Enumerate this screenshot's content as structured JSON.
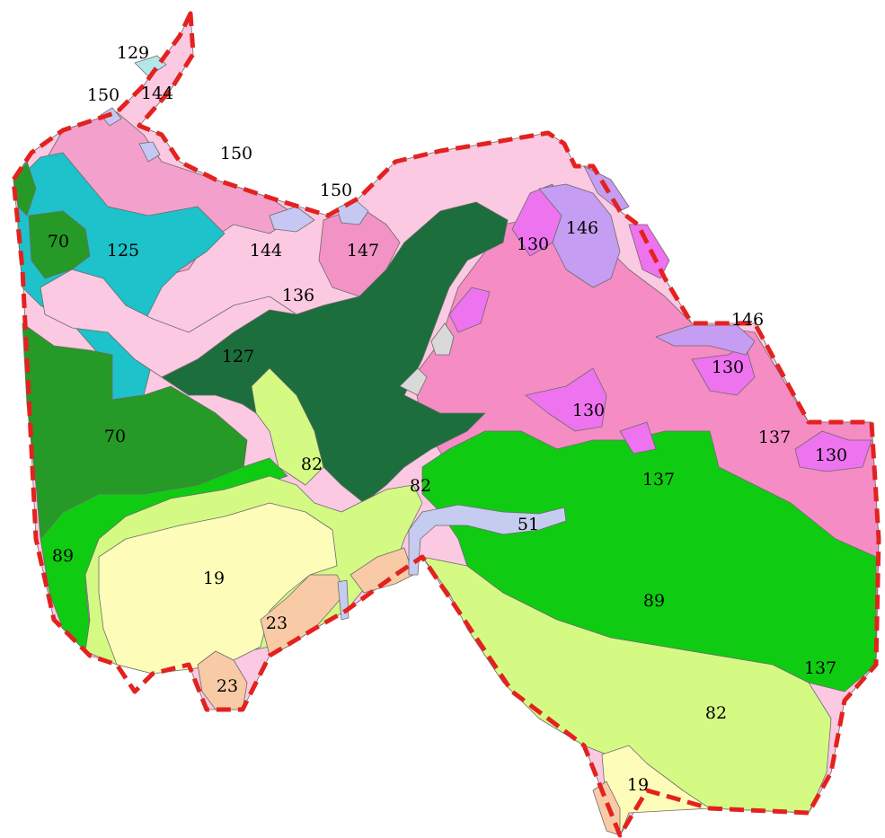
{
  "colors": {
    "c19": "#fdfcb8",
    "c23": "#f8cba6",
    "c51": "#c6cbf0",
    "c70": "#259a26",
    "c82": "#d4fa84",
    "c89": "#0fcc12",
    "c125": "#1dc2cb",
    "c127": "#1c6e3c",
    "c129": "#b3e7ea",
    "c130": "#ee73ee",
    "c136": "#fbc9e2",
    "c137": "#f58cc4",
    "c144": "#f4a0cc",
    "c146": "#c59df2",
    "c147": "#f392c5",
    "c150": "#c6c8f3",
    "grey": "#d9d9d9",
    "border": "#e3221f"
  },
  "labels": {
    "l19a": "19",
    "l19b": "19",
    "l23a": "23",
    "l23b": "23",
    "l51": "51",
    "l70a": "70",
    "l70b": "70",
    "l82a": "82",
    "l82b": "82",
    "l82c": "82",
    "l89a": "89",
    "l89b": "89",
    "l125": "125",
    "l127": "127",
    "l129": "129",
    "l130a": "130",
    "l130b": "130",
    "l130c": "130",
    "l130d": "130",
    "l136": "136",
    "l137a": "137",
    "l137b": "137",
    "l137c": "137",
    "l144a": "144",
    "l144b": "144",
    "l146a": "146",
    "l146b": "146",
    "l147": "147",
    "l150a": "150",
    "l150b": "150",
    "l150c": "150"
  }
}
